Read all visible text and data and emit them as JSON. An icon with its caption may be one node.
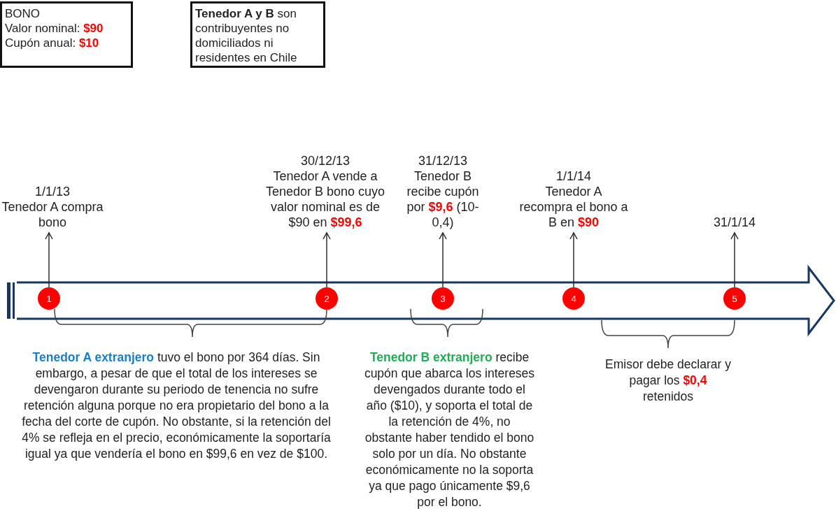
{
  "diagram": {
    "nodes": [
      {
        "text": [
          "BONO",
          "Valor nominal: **$90**",
          "Cupón anual: **$10**"
        ]
      },
      {
        "text": [
          "**Tenedor A y B** son contribuyentes no domiciliados ni residentes en Chile"
        ]
      },
      {
        "text": [
          "1"
        ]
      },
      {
        "text": [
          "2"
        ]
      },
      {
        "text": [
          "3"
        ]
      },
      {
        "text": [
          "4"
        ]
      },
      {
        "text": [
          "5"
        ]
      },
      {
        "text": [
          "1/1/13",
          "Tenedor A compra bono"
        ]
      },
      {
        "text": [
          "30/12/13",
          "Tenedor A vende a Tenedor B bono cuyo valor nominal es de $90 en **$99,6**"
        ]
      },
      {
        "text": [
          "31/12/13",
          "Tenedor B recibe cupón por **$9,6** (10-0,4)"
        ]
      },
      {
        "text": [
          "1/1/14",
          "Tenedor A recompra el bono a B en **$90**"
        ]
      },
      {
        "text": [
          "31/1/14"
        ]
      },
      {
        "text": [
          "**Tenedor A extranjero** tuvo el bono por 364 días. Sin embargo, a pesar de que el total de los intereses se devengaron durante su periodo de tenencia no sufre retención alguna porque no era propietario del bono a la fecha del corte de cupón. No obstante, si la retención del 4% se refleja en el precio, económicamente la soportaría igual ya que vendería el bono en $99,6 en vez de $100."
        ]
      },
      {
        "text": [
          "**Tenedor B extranjero** recibe cupón que abarca los intereses devengados durante todo el año ($10), y soporta el total de la retención de 4%, no obstante haber tendido el bono solo por un día. No obstante económicamente no la soporta ya que pago únicamente $9,6 por el bono."
        ]
      },
      {
        "text": [
          "Emisor debe declarar y pagar los **$0,4** retenidos"
        ]
      }
    ],
    "edges": [
      {
        "from": 2,
        "to": 7,
        "arrow": "to"
      },
      {
        "from": 3,
        "to": 8,
        "arrow": "to"
      },
      {
        "from": 4,
        "to": 9,
        "arrow": "to"
      },
      {
        "from": 5,
        "to": 10,
        "arrow": "to"
      },
      {
        "from": 6,
        "to": 11,
        "arrow": "to"
      }
    ]
  }
}
